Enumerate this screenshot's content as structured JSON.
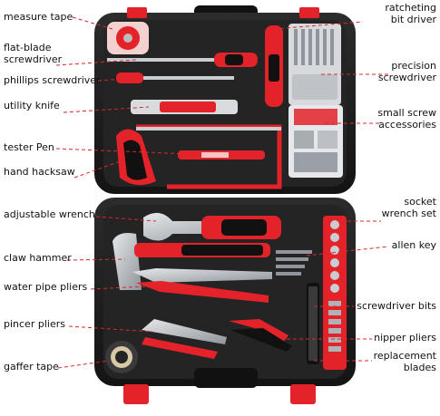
{
  "colors": {
    "case": "#1e1e1e",
    "case_dark": "#0c0c0c",
    "foam": "#2a2a2a",
    "accent_red": "#e3222a",
    "leader_red": "#d8282d",
    "metal": "#c9ccd0",
    "metal_dark": "#8f959b"
  },
  "labels_left": [
    {
      "id": "measure-tape",
      "lines": [
        "measure tape"
      ]
    },
    {
      "id": "flat-blade-screwdriver",
      "lines": [
        "flat-blade",
        "screwdriver"
      ]
    },
    {
      "id": "phillips-screwdriver",
      "lines": [
        "phillips screwdriver"
      ]
    },
    {
      "id": "utility-knife",
      "lines": [
        "utility knife"
      ]
    },
    {
      "id": "tester-pen",
      "lines": [
        "tester Pen"
      ]
    },
    {
      "id": "hand-hacksaw",
      "lines": [
        "hand hacksaw"
      ]
    },
    {
      "id": "adjustable-wrench",
      "lines": [
        "adjustable wrench"
      ]
    },
    {
      "id": "claw-hammer",
      "lines": [
        "claw hammer"
      ]
    },
    {
      "id": "water-pipe-pliers",
      "lines": [
        "water pipe pliers"
      ]
    },
    {
      "id": "pincer-pliers",
      "lines": [
        "pincer pliers"
      ]
    },
    {
      "id": "gaffer-tape",
      "lines": [
        "gaffer tape"
      ]
    }
  ],
  "labels_right": [
    {
      "id": "ratcheting-bit-driver",
      "lines": [
        "ratcheting",
        "bit driver"
      ]
    },
    {
      "id": "precision-screwdriver",
      "lines": [
        "precision",
        "screwdriver"
      ]
    },
    {
      "id": "small-screw-accessories",
      "lines": [
        "small screw",
        "accessories"
      ]
    },
    {
      "id": "socket-wrench-set",
      "lines": [
        "socket",
        "wrench set"
      ]
    },
    {
      "id": "allen-key",
      "lines": [
        "allen key"
      ]
    },
    {
      "id": "screwdriver-bits",
      "lines": [
        "screwdriver bits"
      ]
    },
    {
      "id": "nipper-pliers",
      "lines": [
        "nipper pliers"
      ]
    },
    {
      "id": "replacement-blades",
      "lines": [
        "replacement",
        "blades"
      ]
    }
  ]
}
